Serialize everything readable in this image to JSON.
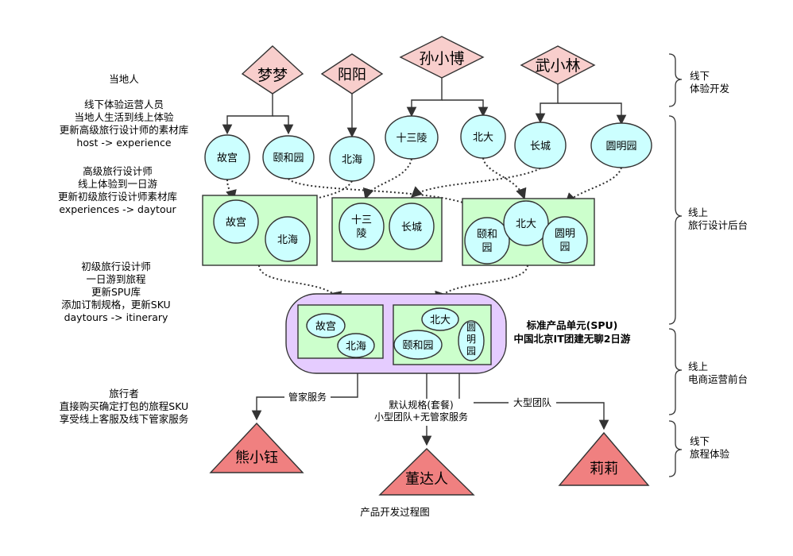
{
  "colors": {
    "diamond_fill": "#f8cecc",
    "circle_fill": "#ccffff",
    "box_fill": "#ccffcc",
    "spu_fill": "#e5ccff",
    "triangle_fill": "#f08080",
    "stroke": "#333333"
  },
  "left_notes": [
    {
      "id": "note-locals",
      "lines": [
        "当地人",
        "",
        "线下体验运营人员",
        "当地人生活到线上体验",
        "更新高级旅行设计师的素材库",
        "host -> experience"
      ]
    },
    {
      "id": "note-senior-designer",
      "lines": [
        "高级旅行设计师",
        "线上体验到一日游",
        "更新初级旅行设计师素材库",
        "experiences -> daytour"
      ]
    },
    {
      "id": "note-junior-designer",
      "lines": [
        "初级旅行设计师",
        "一日游到旅程",
        "更新SPU库",
        "添加订制规格，更新SKU",
        "daytours -> itinerary"
      ]
    },
    {
      "id": "note-traveler",
      "lines": [
        "旅行者",
        "直接购买确定打包的旅程SKU",
        "享受线上客服及线下管家服务"
      ]
    }
  ],
  "right_stages": [
    {
      "id": "stage-offline-dev",
      "lines": [
        "线下",
        "体验开发"
      ]
    },
    {
      "id": "stage-online-design",
      "lines": [
        "线上",
        "旅行设计后台"
      ]
    },
    {
      "id": "stage-online-ecommerce",
      "lines": [
        "线上",
        "电商运营前台"
      ]
    },
    {
      "id": "stage-offline-trip",
      "lines": [
        "线下",
        "旅程体验"
      ]
    }
  ],
  "hosts": [
    {
      "id": "host-mengmeng",
      "label": "梦梦"
    },
    {
      "id": "host-yangyang",
      "label": "阳阳"
    },
    {
      "id": "host-sunxiaobo",
      "label": "孙小博"
    },
    {
      "id": "host-wuxiaolin",
      "label": "武小林"
    }
  ],
  "experiences": [
    {
      "id": "exp-gugong",
      "label": "故宫"
    },
    {
      "id": "exp-yiheyuan",
      "label": "颐和园"
    },
    {
      "id": "exp-beihai",
      "label": "北海"
    },
    {
      "id": "exp-shisanling",
      "label": "十三陵"
    },
    {
      "id": "exp-beida",
      "label": "北大"
    },
    {
      "id": "exp-changcheng",
      "label": "长城"
    },
    {
      "id": "exp-yuanmingyuan",
      "label": "圆明园"
    }
  ],
  "daytours": [
    {
      "id": "daytour-1",
      "items": [
        {
          "id": "dt1-gugong",
          "lines": [
            "故宫"
          ]
        },
        {
          "id": "dt1-beihai",
          "lines": [
            "北海"
          ]
        }
      ]
    },
    {
      "id": "daytour-2",
      "items": [
        {
          "id": "dt2-shisanling",
          "lines": [
            "十三",
            "陵"
          ]
        },
        {
          "id": "dt2-changcheng",
          "lines": [
            "长城"
          ]
        }
      ]
    },
    {
      "id": "daytour-3",
      "items": [
        {
          "id": "dt3-yiheyuan",
          "lines": [
            "颐和",
            "园"
          ]
        },
        {
          "id": "dt3-beida",
          "lines": [
            "北大"
          ]
        },
        {
          "id": "dt3-yuanmingyuan",
          "lines": [
            "圆明",
            "园"
          ]
        }
      ]
    }
  ],
  "spu": {
    "title": "标准产品单元(SPU)",
    "subtitle": "中国北京IT团建无聊2日游",
    "day1": [
      {
        "id": "spu-gugong",
        "lines": [
          "故宫"
        ]
      },
      {
        "id": "spu-beihai",
        "lines": [
          "北海"
        ]
      }
    ],
    "day2": [
      {
        "id": "spu-beida",
        "lines": [
          "北大"
        ]
      },
      {
        "id": "spu-yiheyuan",
        "lines": [
          "颐和园"
        ]
      },
      {
        "id": "spu-yuanmingyuan",
        "lines": [
          "圆",
          "明",
          "园"
        ]
      }
    ]
  },
  "sku_edges": [
    {
      "id": "edge-butler",
      "lines": [
        "管家服务"
      ]
    },
    {
      "id": "edge-default",
      "lines": [
        "默认规格(套餐)",
        "小型团队+无管家服务"
      ]
    },
    {
      "id": "edge-large",
      "lines": [
        "大型团队"
      ]
    }
  ],
  "travelers": [
    {
      "id": "traveler-xiongxiaoyu",
      "label": "熊小钰"
    },
    {
      "id": "traveler-dongdaren",
      "label": "董达人"
    },
    {
      "id": "traveler-lili",
      "label": "莉莉"
    }
  ],
  "caption": "产品开发过程图"
}
